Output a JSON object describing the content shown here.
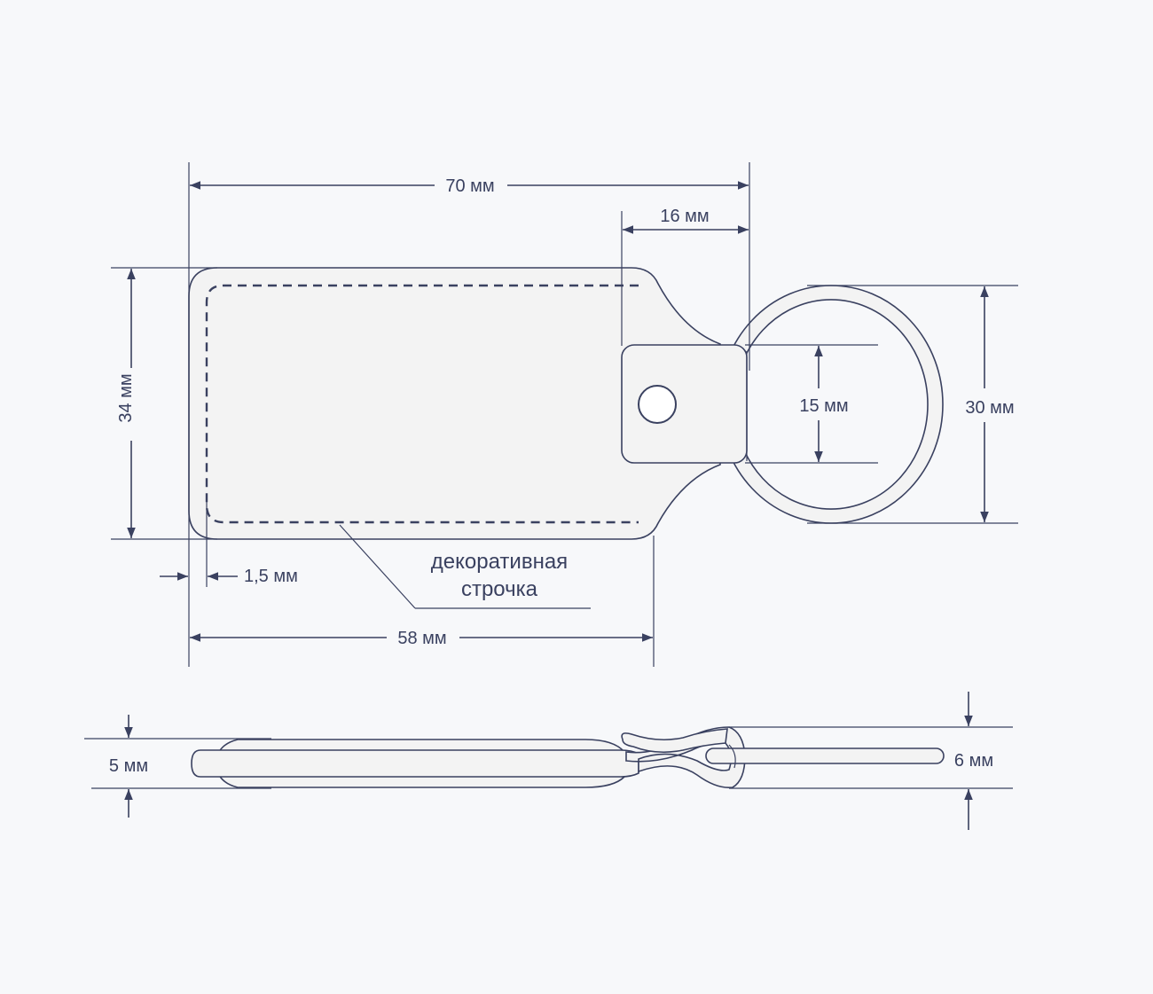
{
  "dimensions": {
    "total_length": "70 мм",
    "tab_length": "16 мм",
    "height": "34 мм",
    "stitch_offset": "1,5 мм",
    "body_length": "58 мм",
    "tab_height": "15 мм",
    "ring_diameter": "30 мм",
    "thickness": "5 мм",
    "ring_thickness": "6 мм"
  },
  "labels": {
    "stitch_line1": "декоративная",
    "stitch_line2": "строчка"
  },
  "colors": {
    "line": "#3a4160",
    "part_fill": "#f3f3f3",
    "background": "#f7f8fa"
  }
}
